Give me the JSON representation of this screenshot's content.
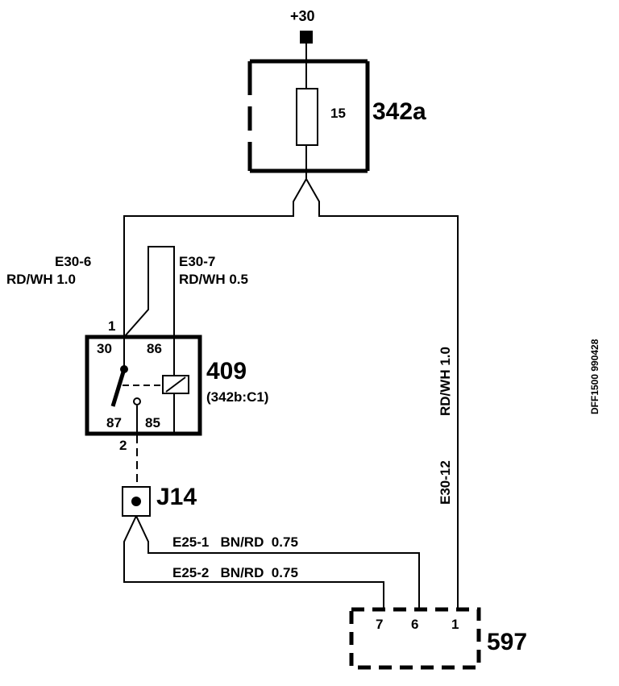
{
  "supply": {
    "label": "+30"
  },
  "fuse": {
    "id": "342a",
    "rating": "15"
  },
  "relay": {
    "id": "409",
    "ref": "(342b:C1)",
    "pin30": "30",
    "pin86": "86",
    "pin87": "87",
    "pin85": "85",
    "pin_left": "1",
    "pin_bottom": "2"
  },
  "wires": {
    "e30_6": {
      "id": "E30-6",
      "spec": "RD/WH 1.0"
    },
    "e30_7": {
      "id": "E30-7",
      "spec": "RD/WH 0.5"
    },
    "e30_12": {
      "id": "E30-12",
      "spec": "RD/WH 1.0"
    },
    "e25_1": "E25-1   BN/RD  0.75",
    "e25_2": "E25-2   BN/RD  0.75"
  },
  "splice": {
    "id": "J14"
  },
  "connector": {
    "id": "597",
    "pin7": "7",
    "pin6": "6",
    "pin1": "1"
  },
  "doc_code": "DFF1500 990428"
}
